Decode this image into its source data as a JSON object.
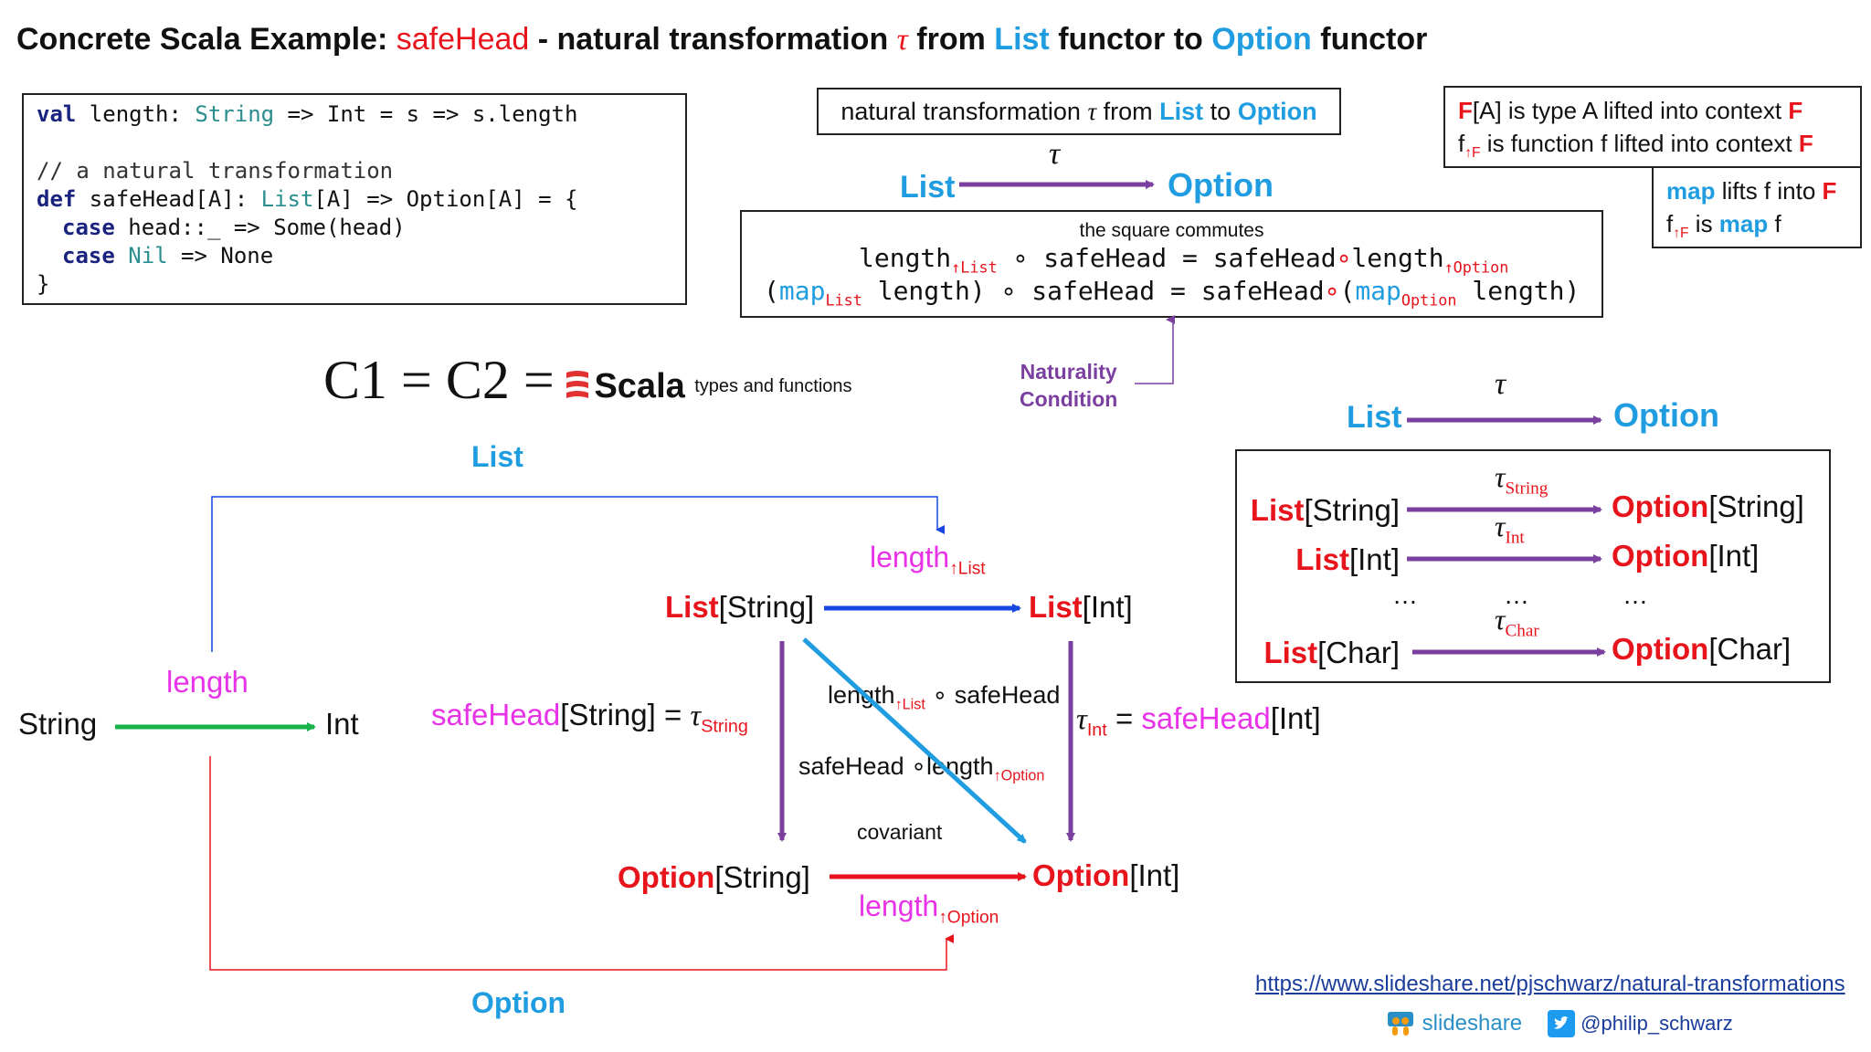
{
  "title": {
    "prefix": "Concrete Scala Example: ",
    "safehead": "safeHead",
    "mid": " - natural transformation ",
    "tau": "τ",
    "from": " from ",
    "list": "List",
    "functor_to": " functor to ",
    "option": "Option",
    "functor": " functor"
  },
  "code": {
    "l1_kw": "val",
    "l1_a": " length: ",
    "l1_ty": "String",
    "l1_b": " => Int = s => s.length",
    "l2": "// a natural transformation",
    "l3_kw": "def",
    "l3_a": " safeHead[A]: ",
    "l3_ty1": "List",
    "l3_b": "[A] => Option[A] = {",
    "l4_kw": "case",
    "l4_a": " head::_ => Some(head)",
    "l5_kw": "case",
    "l5_ty": "Nil",
    "l5_a": " => None",
    "l6": "}"
  },
  "nt_box": {
    "a": "natural transformation ",
    "tau": "τ",
    "b": " from ",
    "list": "List",
    "c": " to ",
    "option": "Option"
  },
  "top_arrow": {
    "tau": "τ",
    "list": "List",
    "option": "Option"
  },
  "commute": {
    "title": "the square commutes",
    "r1a": "length",
    "r1a_sub": "↑List",
    "r1b": " ∘ safeHead = safeHead",
    "r1c": "∘",
    "r1d": "length",
    "r1d_sub": "↑Option",
    "r2a": "(",
    "r2map": "map",
    "r2map_sub": "List",
    "r2b": " length) ∘ safeHead = safeHead",
    "r2c": "∘",
    "r2d": "(",
    "r2map2": "map",
    "r2map2_sub": "Option",
    "r2e": " length)"
  },
  "naturality": {
    "l1": "Naturality",
    "l2": "Condition"
  },
  "legend1": {
    "F": "F",
    "a": "[A] is type A lifted into context ",
    "F2": "F",
    "f": "f",
    "f_sub": "↑F",
    "b": " is function f lifted into context ",
    "F3": "F"
  },
  "legend2": {
    "map": "map",
    "a": " lifts f into ",
    "F": "F",
    "f": "f",
    "f_sub": "↑F",
    "b": " is ",
    "map2": "map",
    "c": " f"
  },
  "c1c2": {
    "text": "C1 = C2 = ",
    "scala": "Scala",
    "tail": "types and functions"
  },
  "right_arrow": {
    "tau": "τ",
    "list": "List",
    "option": "Option"
  },
  "component_box": {
    "rows": [
      {
        "list": "List",
        "ty": "[String]",
        "tau": "τ",
        "sub": "String",
        "option": "Option",
        "oty": "[String]"
      },
      {
        "list": "List",
        "ty": "[Int]",
        "tau": "τ",
        "sub": "Int",
        "option": "Option",
        "oty": "[Int]"
      },
      {
        "list": "List",
        "ty": "[Char]",
        "tau": "τ",
        "sub": "Char",
        "option": "Option",
        "oty": "[Char]"
      }
    ],
    "dots": "…"
  },
  "square": {
    "list_top": "List",
    "option_bottom": "Option",
    "string": "String",
    "int": "Int",
    "length": "length",
    "tl_list": "List",
    "tl_ty": "[String]",
    "tr_list": "List",
    "tr_ty": "[Int]",
    "bl_opt": "Option",
    "bl_ty": "[String]",
    "br_opt": "Option",
    "br_ty": "[Int]",
    "top_len": "length",
    "top_sub": "↑List",
    "bot_len": "length",
    "bot_sub": "↑Option",
    "left_sh": "safeHead",
    "left_ty": "[String] = ",
    "left_tau": "τ",
    "left_sub": "String",
    "right_tau": "τ",
    "right_sub": "Int",
    "right_eq": " = ",
    "right_sh": "safeHead",
    "right_ty": "[Int]",
    "diag1a": "length",
    "diag1_sub": "↑List",
    "diag1b": " ∘ safeHead",
    "diag2a": "safeHead ∘length",
    "diag2_sub": "↑Option",
    "covariant": "covariant"
  },
  "footer": {
    "url": "https://www.slideshare.net/pjschwarz/natural-transformations",
    "slideshare": "slideshare",
    "twitter": "@philip_schwarz"
  },
  "colors": {
    "red": "#e8141c",
    "blue": "#1f9de0",
    "magenta": "#e832e8",
    "purple": "#7b3fa0",
    "green": "#18b24a",
    "darkblue": "#1746e0"
  }
}
